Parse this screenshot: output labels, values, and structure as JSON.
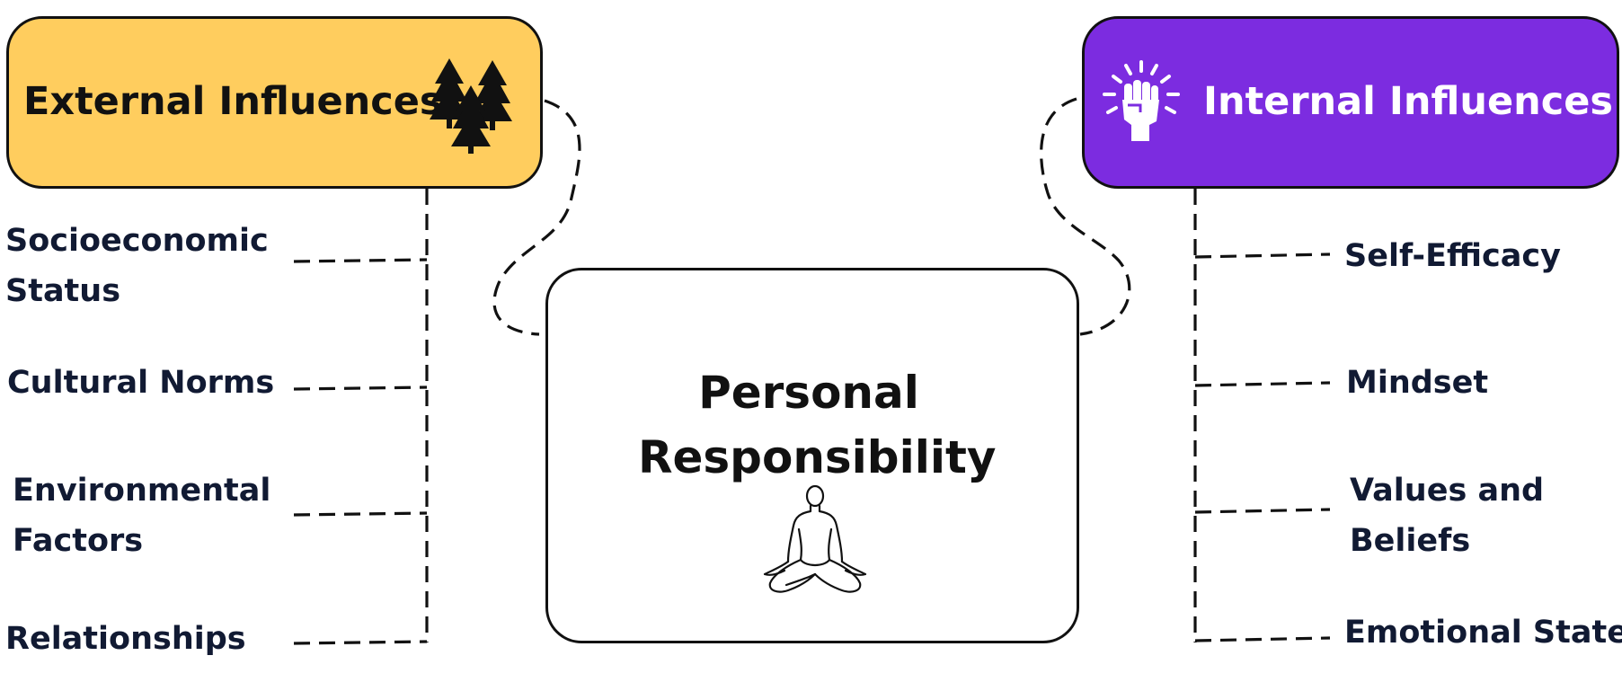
{
  "colors": {
    "external_fill": "#FFCD5E",
    "internal_fill": "#7C2CE0",
    "center_fill": "#FFFFFF",
    "outline": "#111111",
    "item_text": "#111A33",
    "internal_title_text": "#FFFFFF",
    "dashes": "#111111"
  },
  "external": {
    "title": "External Influences",
    "icon": "pine-trees-icon",
    "items": [
      "Socioeconomic Status",
      "Cultural Norms",
      "Environmental Factors",
      "Relationships"
    ]
  },
  "internal": {
    "title": "Internal Influences",
    "icon": "raised-fist-icon",
    "items": [
      "Self-Efficacy",
      "Mindset",
      "Values and Beliefs",
      "Emotional State"
    ]
  },
  "center": {
    "title": "Personal Responsibility",
    "icon": "meditating-person-icon"
  }
}
